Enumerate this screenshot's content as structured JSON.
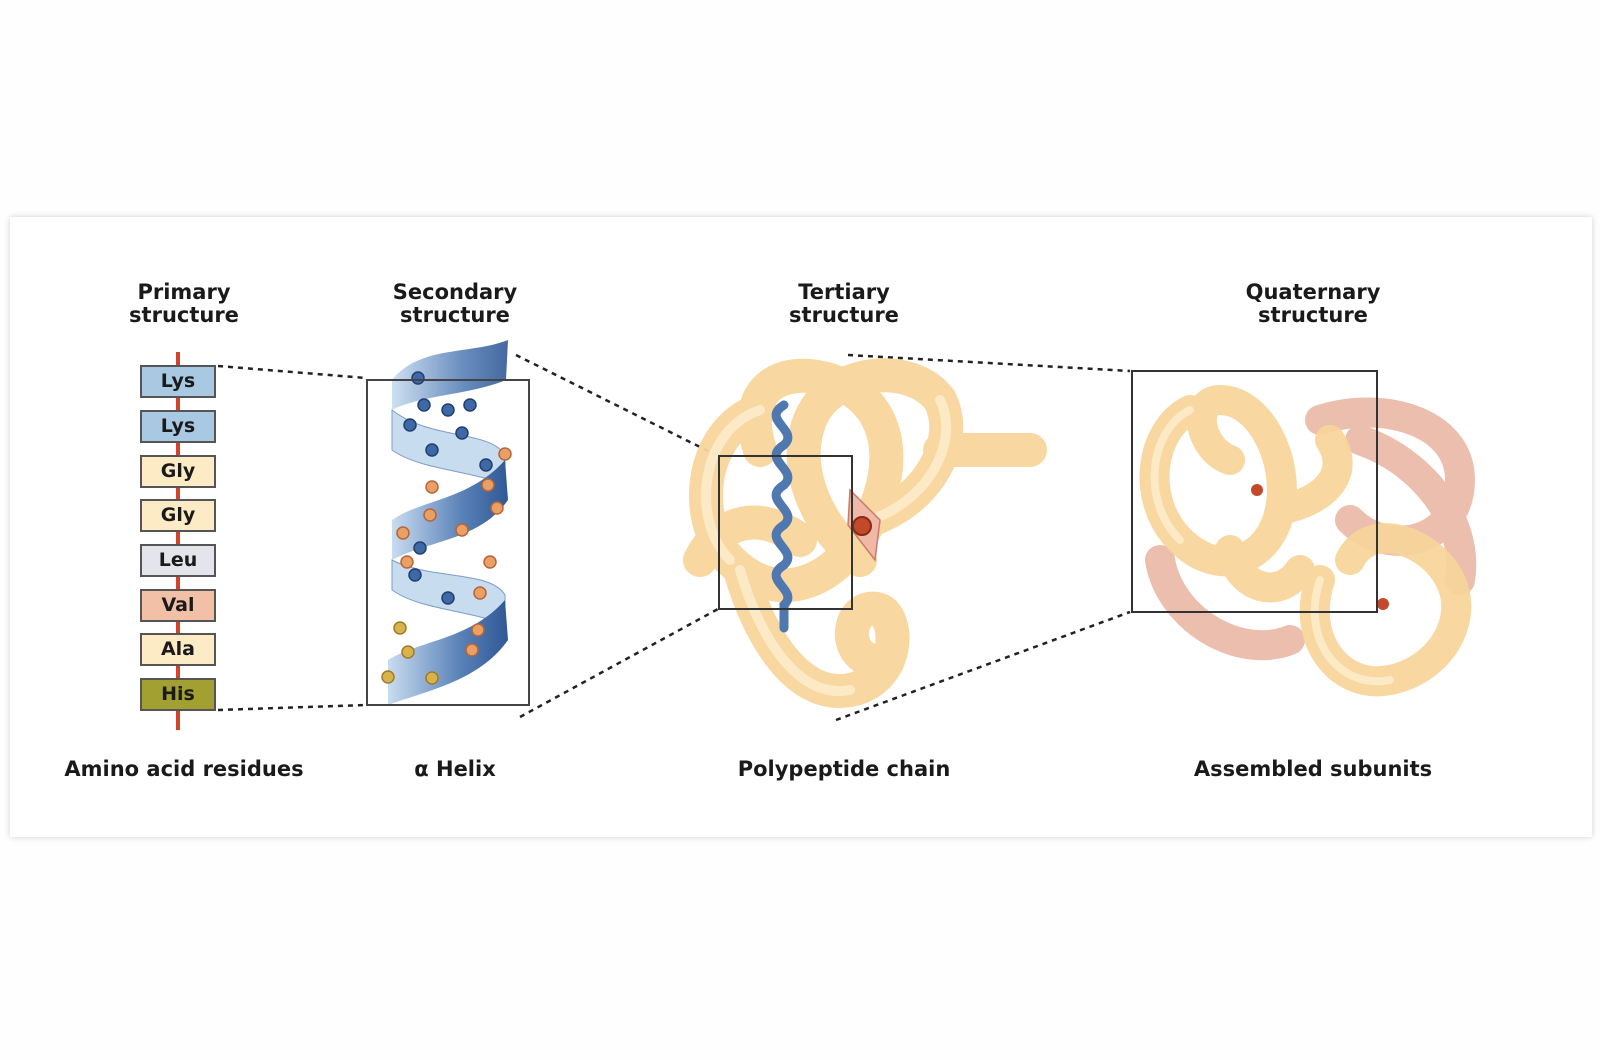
{
  "columns": [
    {
      "title_line1": "Primary",
      "title_line2": "structure",
      "caption": "Amino acid residues"
    },
    {
      "title_line1": "Secondary",
      "title_line2": "structure",
      "caption": "α Helix"
    },
    {
      "title_line1": "Tertiary",
      "title_line2": "structure",
      "caption": "Polypeptide chain"
    },
    {
      "title_line1": "Quaternary",
      "title_line2": "structure",
      "caption": "Assembled subunits"
    }
  ],
  "residues": [
    {
      "label": "Lys",
      "color": "#a9c9e3"
    },
    {
      "label": "Lys",
      "color": "#a9c9e3"
    },
    {
      "label": "Gly",
      "color": "#fdebc6"
    },
    {
      "label": "Gly",
      "color": "#fdebc6"
    },
    {
      "label": "Leu",
      "color": "#e3e4ec"
    },
    {
      "label": "Val",
      "color": "#f2bfa7"
    },
    {
      "label": "Ala",
      "color": "#fdebc6"
    },
    {
      "label": "His",
      "color": "#a3a032"
    }
  ],
  "colors": {
    "backbone": "#d2442a",
    "helix": "#3f68a6",
    "tube": "#f9d79e",
    "tube_alt": "#e9b3a0"
  }
}
